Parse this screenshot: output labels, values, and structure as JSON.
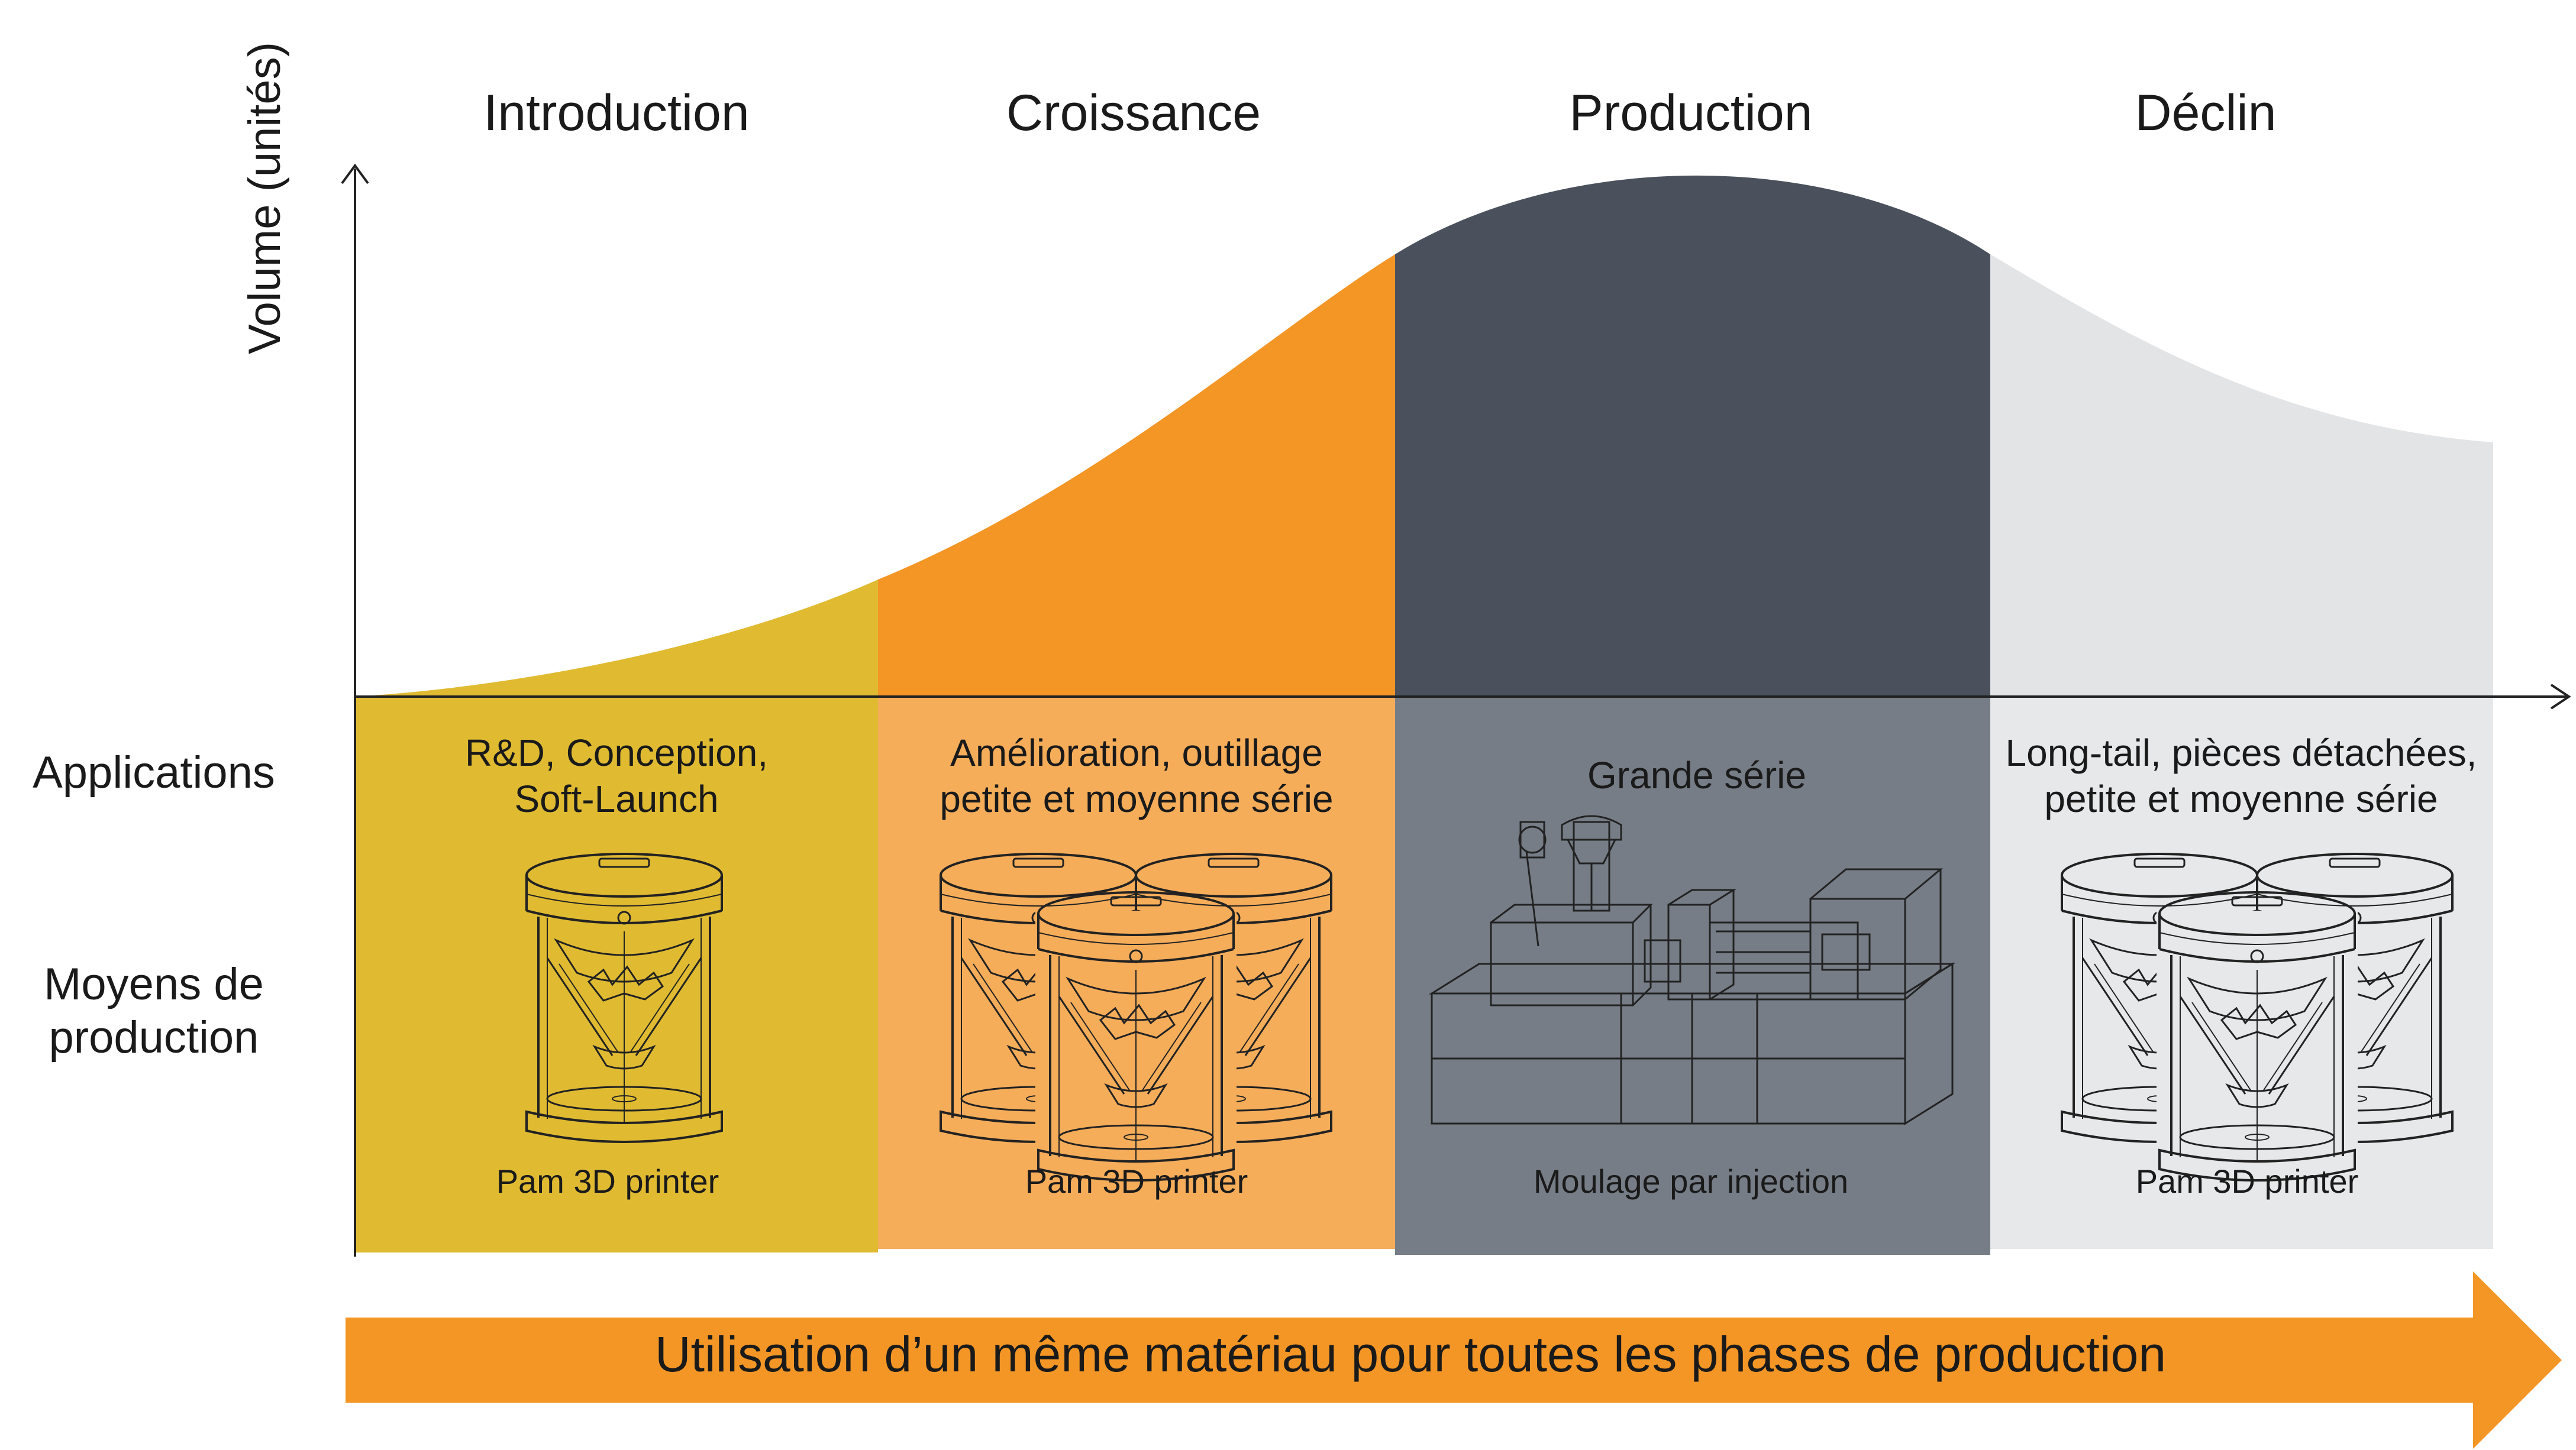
{
  "colors": {
    "introduction": "#E0BB32",
    "croissance": "#F39626",
    "production": "#4A515C",
    "declin": "#E3E4E6",
    "introduction_light": "#E0BB32",
    "croissance_light": "#F6AD5A",
    "production_light": "#777D87",
    "declin_light": "#E7E8E9",
    "arrow": "#F39626",
    "axis": "#222222"
  },
  "axis": {
    "y_label": "Volume (unités)"
  },
  "phases": [
    {
      "title": "Introduction",
      "application": [
        "R&D, Conception,",
        "Soft-Launch"
      ],
      "machine": "Pam 3D printer",
      "machine_icon": "single-3d-printer-icon"
    },
    {
      "title": "Croissance",
      "application": [
        "Amélioration, outillage",
        "petite et moyenne série"
      ],
      "machine": "Pam 3D printer",
      "machine_icon": "three-3d-printers-icon"
    },
    {
      "title": "Production",
      "application": [
        "Grande série"
      ],
      "machine": "Moulage par injection",
      "machine_icon": "injection-molding-machine-icon"
    },
    {
      "title": "Déclin",
      "application": [
        "Long-tail, pièces détachées,",
        "petite et moyenne série"
      ],
      "machine": "Pam 3D printer",
      "machine_icon": "three-3d-printers-icon"
    }
  ],
  "row_labels": {
    "applications": "Applications",
    "means": [
      "Moyens de",
      "production"
    ]
  },
  "banner": {
    "text": "Utilisation d’un même matériau pour toutes les phases de production"
  }
}
